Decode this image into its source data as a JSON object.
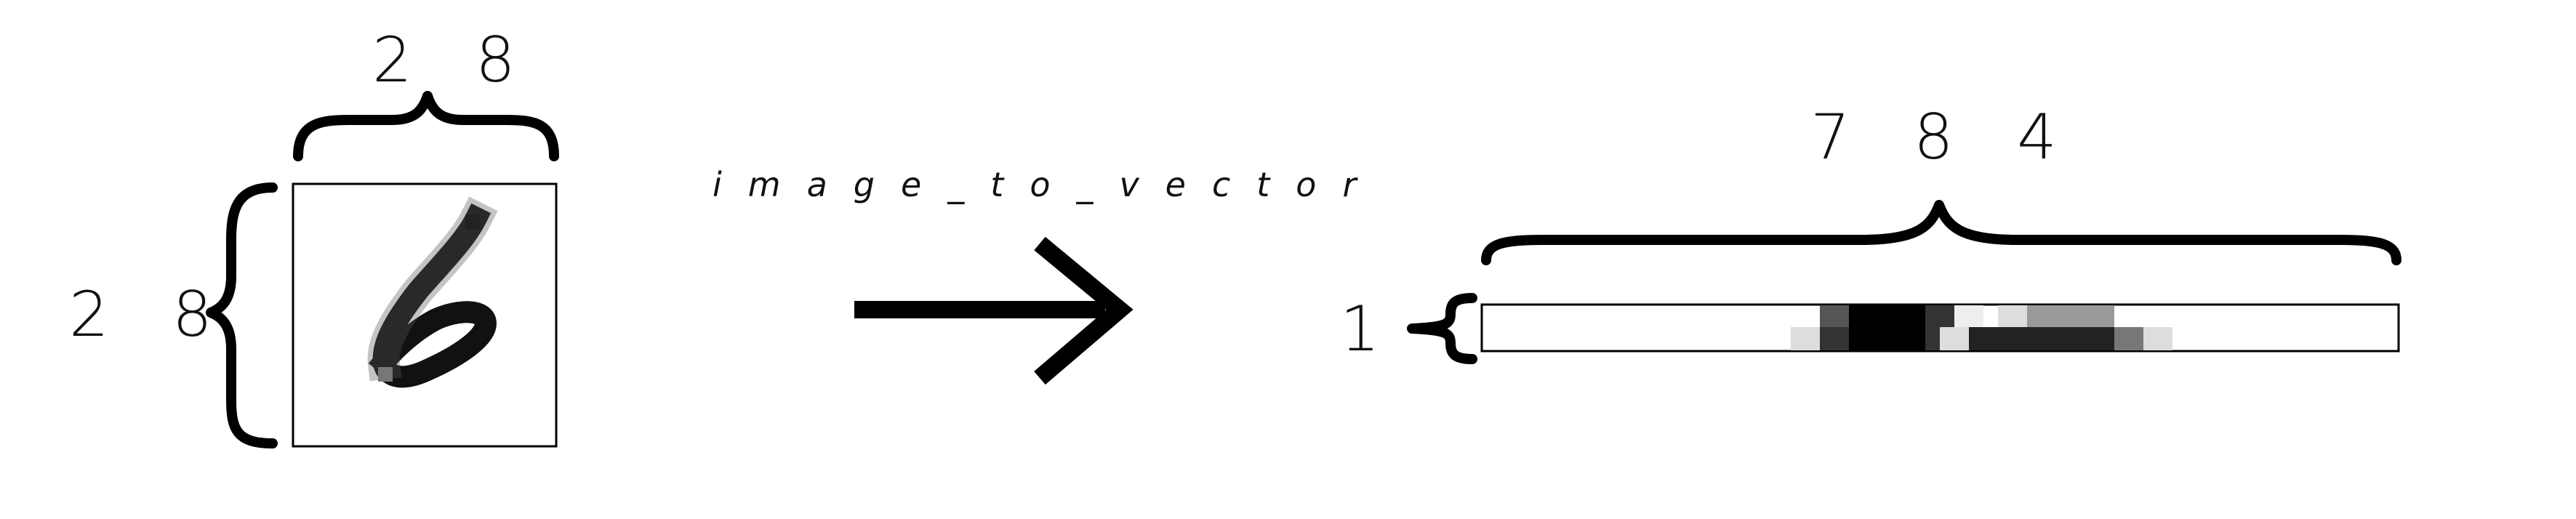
{
  "image": {
    "width_label": "2 8",
    "height_label": "2 8",
    "digit": "6"
  },
  "operation": {
    "label": "image_to_vector",
    "arrow_icon": "right-arrow-icon"
  },
  "vector": {
    "length_label": "7 8 4",
    "rows_label": "1"
  }
}
